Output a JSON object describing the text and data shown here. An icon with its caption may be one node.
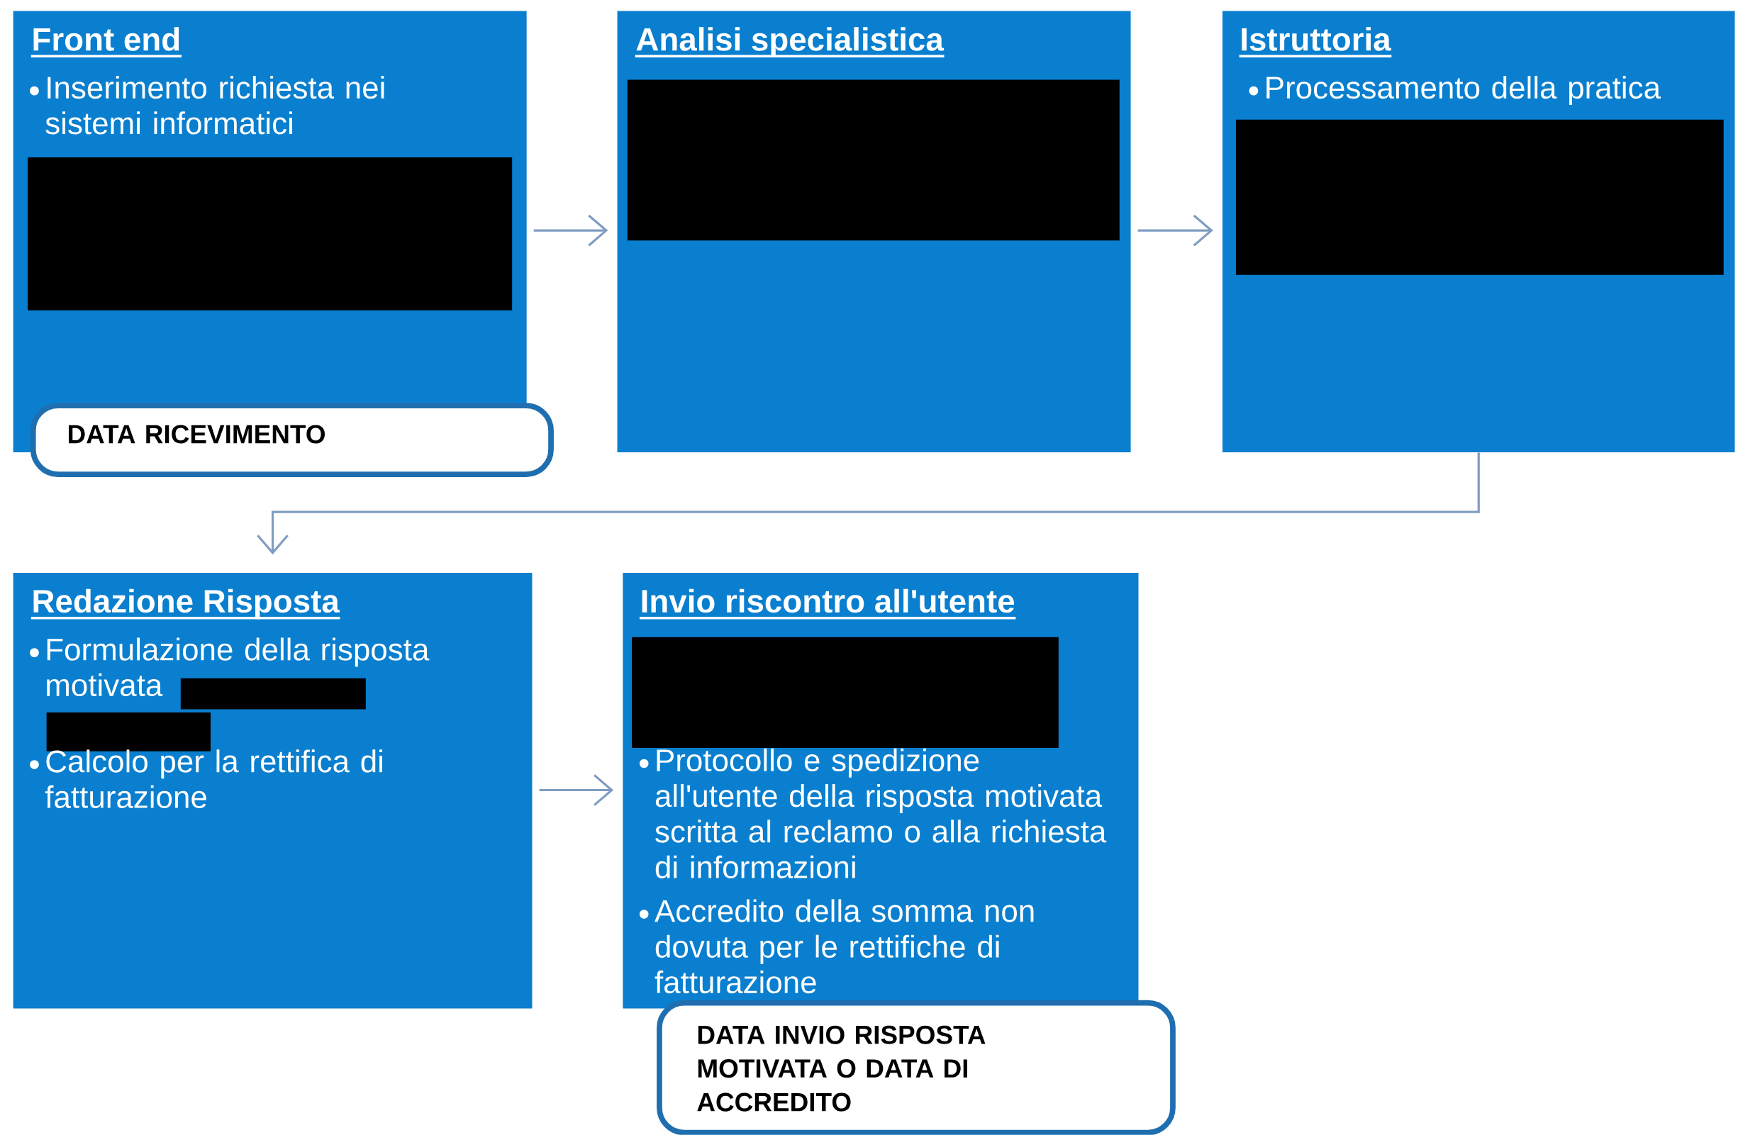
{
  "diagram": {
    "nodes": [
      {
        "text": [
          "Front end",
          "Inserimento richiesta nei sistemi informatici"
        ]
      },
      {
        "text": [
          "DATA RICEVIMENTO"
        ]
      },
      {
        "text": [
          "Analisi specialistica"
        ]
      },
      {
        "text": [
          "Istruttoria",
          "Processamento della pratica"
        ]
      },
      {
        "text": [
          "Redazione Risposta",
          "Formulazione della risposta motivata",
          "Calcolo per la rettifica di fatturazione"
        ]
      },
      {
        "text": [
          "Invio riscontro all'utente",
          "Protocollo e spedizione all'utente della risposta motivata scritta al reclamo o alla richiesta di informazioni",
          "Accredito della somma non dovuta per le rettifiche di fatturazione"
        ]
      },
      {
        "text": [
          "DATA INVIO RISPOSTA MOTIVATA O DATA DI ACCREDITO"
        ]
      }
    ],
    "edges": [
      {
        "from": 0,
        "to": 2,
        "arrow": "to"
      },
      {
        "from": 2,
        "to": 3,
        "arrow": "to"
      },
      {
        "from": 3,
        "to": 4,
        "arrow": "to"
      },
      {
        "from": 4,
        "to": 5,
        "arrow": "to"
      }
    ]
  }
}
